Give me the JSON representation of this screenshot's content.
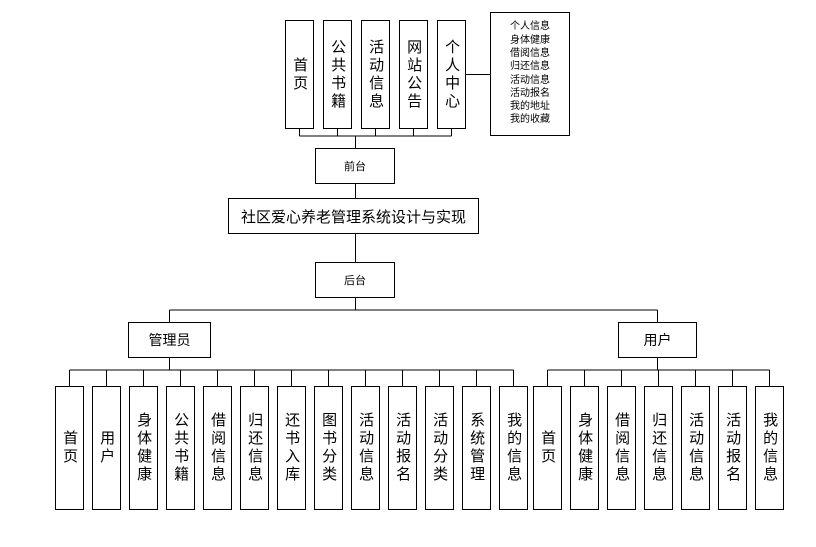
{
  "front": {
    "label": "前台",
    "modules": [
      "首页",
      "公共书籍",
      "活动信息",
      "网站公告",
      "个人中心"
    ],
    "personal_center_items": [
      "个人信息",
      "身体健康",
      "借阅信息",
      "归还信息",
      "活动信息",
      "活动报名",
      "我的地址",
      "我的收藏"
    ]
  },
  "system": {
    "title": "社区爱心养老管理系统设计与实现"
  },
  "back": {
    "label": "后台",
    "admin": {
      "label": "管理员",
      "modules": [
        "首页",
        "用户",
        "身体健康",
        "公共书籍",
        "借阅信息",
        "归还信息",
        "还书入库",
        "图书分类",
        "活动信息",
        "活动报名",
        "活动分类",
        "系统管理",
        "我的信息"
      ]
    },
    "user": {
      "label": "用户",
      "modules": [
        "首页",
        "身体健康",
        "借阅信息",
        "归还信息",
        "活动信息",
        "活动报名",
        "我的信息"
      ]
    }
  }
}
